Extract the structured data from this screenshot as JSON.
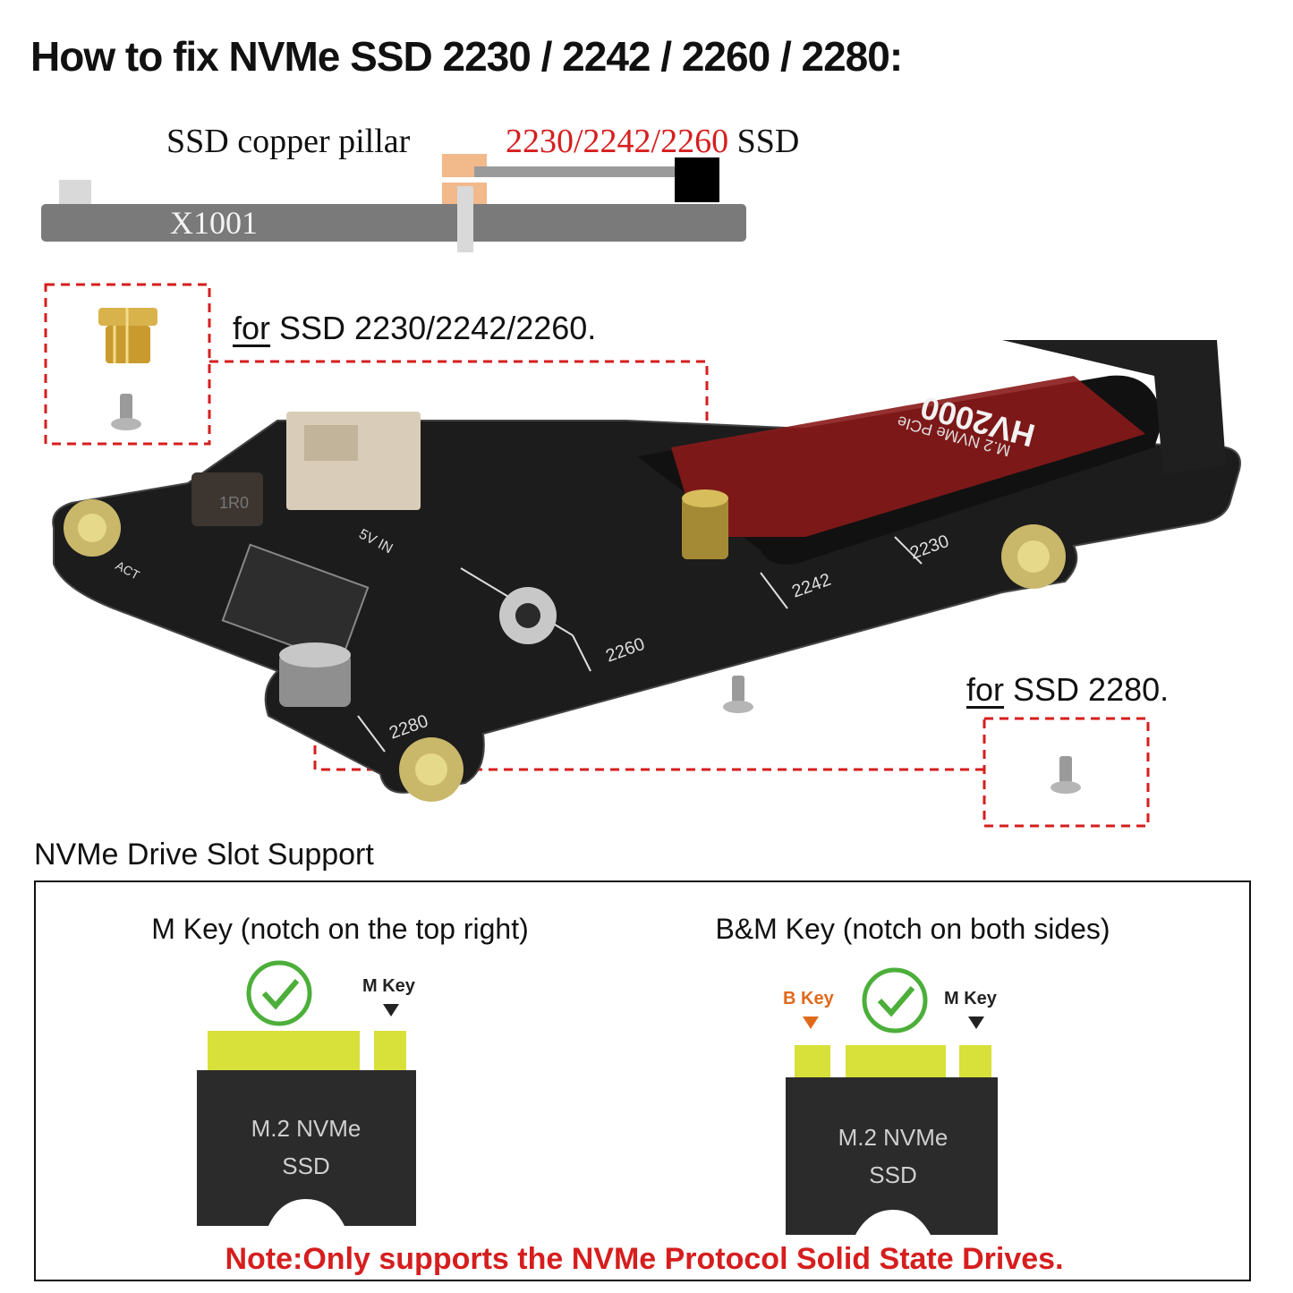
{
  "title": "How to fix NVMe SSD 2230 / 2242 / 2260 / 2280:",
  "side_diagram": {
    "pillar_label": "SSD copper pillar",
    "sizes_label": "2230/2242/2260",
    "ssd_label": " SSD",
    "board_label": "X1001"
  },
  "callouts": {
    "small_for": "for",
    "small_text": " SSD 2230/2242/2260.",
    "long_for": "for",
    "long_text": " SSD 2280."
  },
  "board_photo": {
    "ssd_brand": "HV2000",
    "ssd_sub": "M.2 NVMe PCIe",
    "marks": [
      "2230",
      "2242",
      "2260",
      "2280"
    ],
    "connector_label": "5V IN",
    "act_label": "ACT",
    "inductor_label": "1R0"
  },
  "support": {
    "section_title": "NVMe Drive Slot Support",
    "m_key_caption": "M Key (notch on the top right)",
    "bm_key_caption": "B&M Key (notch on both sides)",
    "m_key_tag": "M Key",
    "b_key_tag": "B Key",
    "card_line1": "M.2 NVMe",
    "card_line2": "SSD",
    "note": "Note:Only supports the NVMe Protocol Solid State Drives."
  },
  "colors": {
    "accent_red": "#d61e1e",
    "check_green": "#4caf3a",
    "b_key_orange": "#e06a1c",
    "gold": "#d4c23a",
    "pcb": "#1c1c1c"
  }
}
